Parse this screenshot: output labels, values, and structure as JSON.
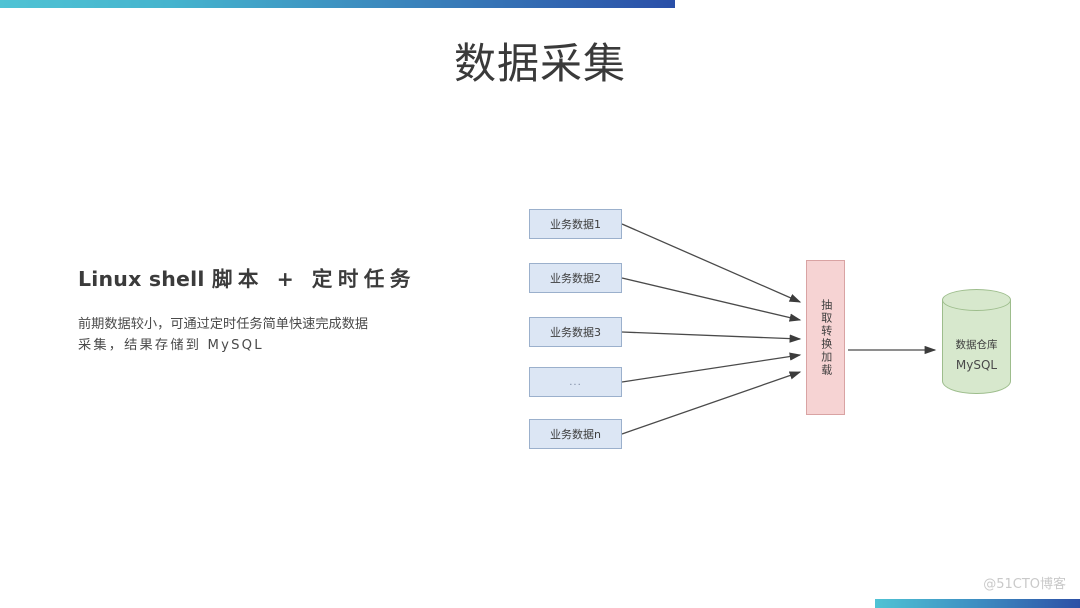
{
  "slide": {
    "title": "数据采集",
    "watermark": "@51CTO博客"
  },
  "decor": {
    "top_bar_gradient_start": "#4fc3d4",
    "top_bar_gradient_end": "#2a4fa8",
    "bottom_bar_gradient_start": "#4fc3d4",
    "bottom_bar_gradient_end": "#2d50a6"
  },
  "left_block": {
    "heading_latin": "Linux shell ",
    "heading_cjk": "脚本 + 定时任务",
    "body_line1": "前期数据较小，可通过定时任务简单快速完成数据",
    "body_line2": "采集，结果存储到 MySQL"
  },
  "diagram": {
    "source_boxes": [
      {
        "label": "业务数据1"
      },
      {
        "label": "业务数据2"
      },
      {
        "label": "业务数据3"
      },
      {
        "label": "..."
      },
      {
        "label": "业务数据n"
      }
    ],
    "process_box": {
      "label": "抽取转换加载",
      "fill_color": "#f6d3d3",
      "border_color": "#d9a3a3"
    },
    "warehouse": {
      "label_line1": "数据仓库",
      "label_line2": "MySQL",
      "fill_color": "#d7e8cd",
      "border_color": "#9dbd8c"
    },
    "source_box_fill": "#dce6f4",
    "source_box_border": "#9bb0cc",
    "arrow_color": "#444444"
  }
}
